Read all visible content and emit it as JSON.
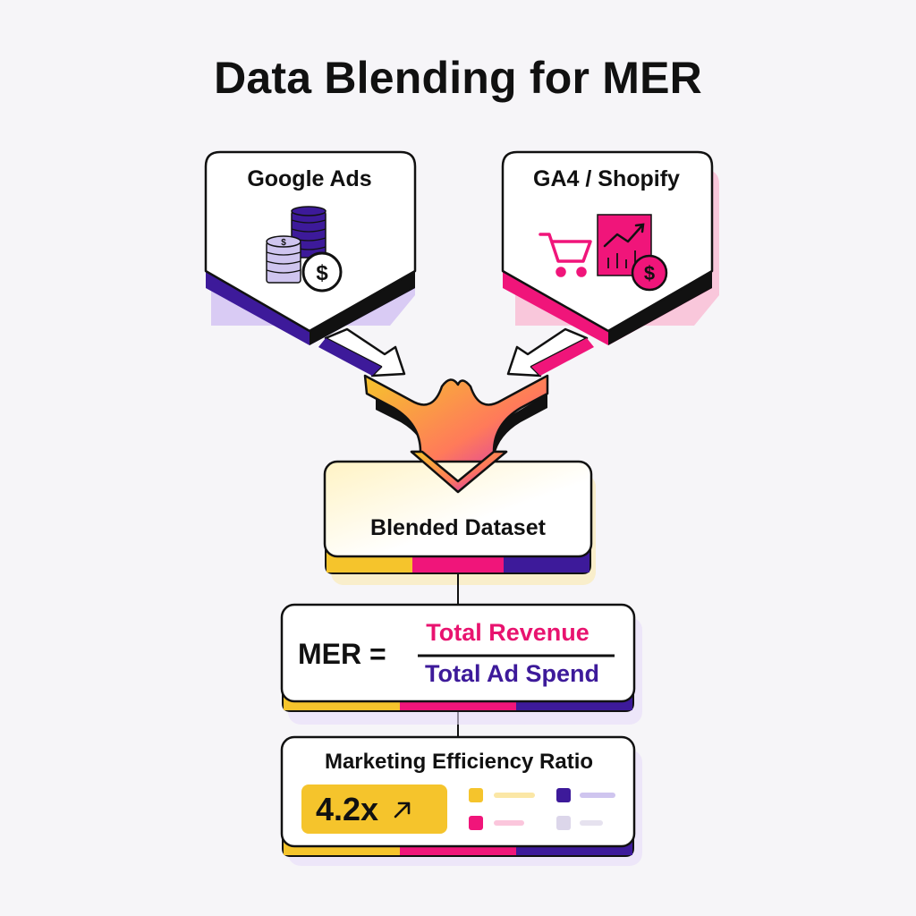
{
  "title": "Data Blending for MER",
  "sources": [
    {
      "label": "Google Ads",
      "color": "#3d1a9a"
    },
    {
      "label": "GA4 / Shopify",
      "color": "#f0157a"
    }
  ],
  "blended": {
    "label": "Blended Dataset"
  },
  "formula": {
    "lhs": "MER =",
    "numerator": "Total Revenue",
    "denominator": "Total Ad Spend"
  },
  "result": {
    "title": "Marketing Efficiency Ratio",
    "value": "4.2x"
  },
  "colors": {
    "purple": "#3d1a9a",
    "pink": "#f0157a",
    "yellow": "#f5c42c",
    "lavender_shadow": "#cdb9f2",
    "pink_shadow": "#fbb3cf"
  },
  "icons": [
    "coin-stack-icon",
    "dollar-coin-icon",
    "shopping-cart-icon",
    "growth-chart-icon",
    "trend-arrow-icon"
  ]
}
